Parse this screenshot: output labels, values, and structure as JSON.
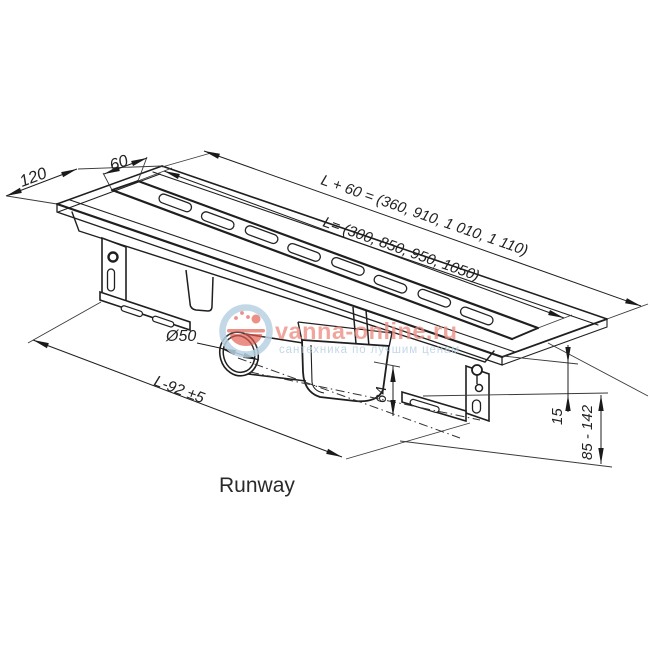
{
  "drawing": {
    "product_name": "Runway",
    "dims": {
      "flange_width": "120",
      "grate_width": "60",
      "overall_length": "L + 60 = (360, 910, 1 010, 1 110)",
      "channel_length": "L= (300, 850, 950, 1050)",
      "outlet_diameter": "Ø50",
      "mounting_length": "L-92 ±5",
      "trap_depth": "64",
      "top_offset": "15",
      "height_range": "85 - 142"
    }
  },
  "watermark": {
    "brand": "vanna-online.ru",
    "tagline": "сантехника по лучшим ценам",
    "colors": {
      "brand": "#eb8b80",
      "tagline": "#b6cedf",
      "ring": "#b9d2e3",
      "glyph": "#e2574b"
    }
  }
}
